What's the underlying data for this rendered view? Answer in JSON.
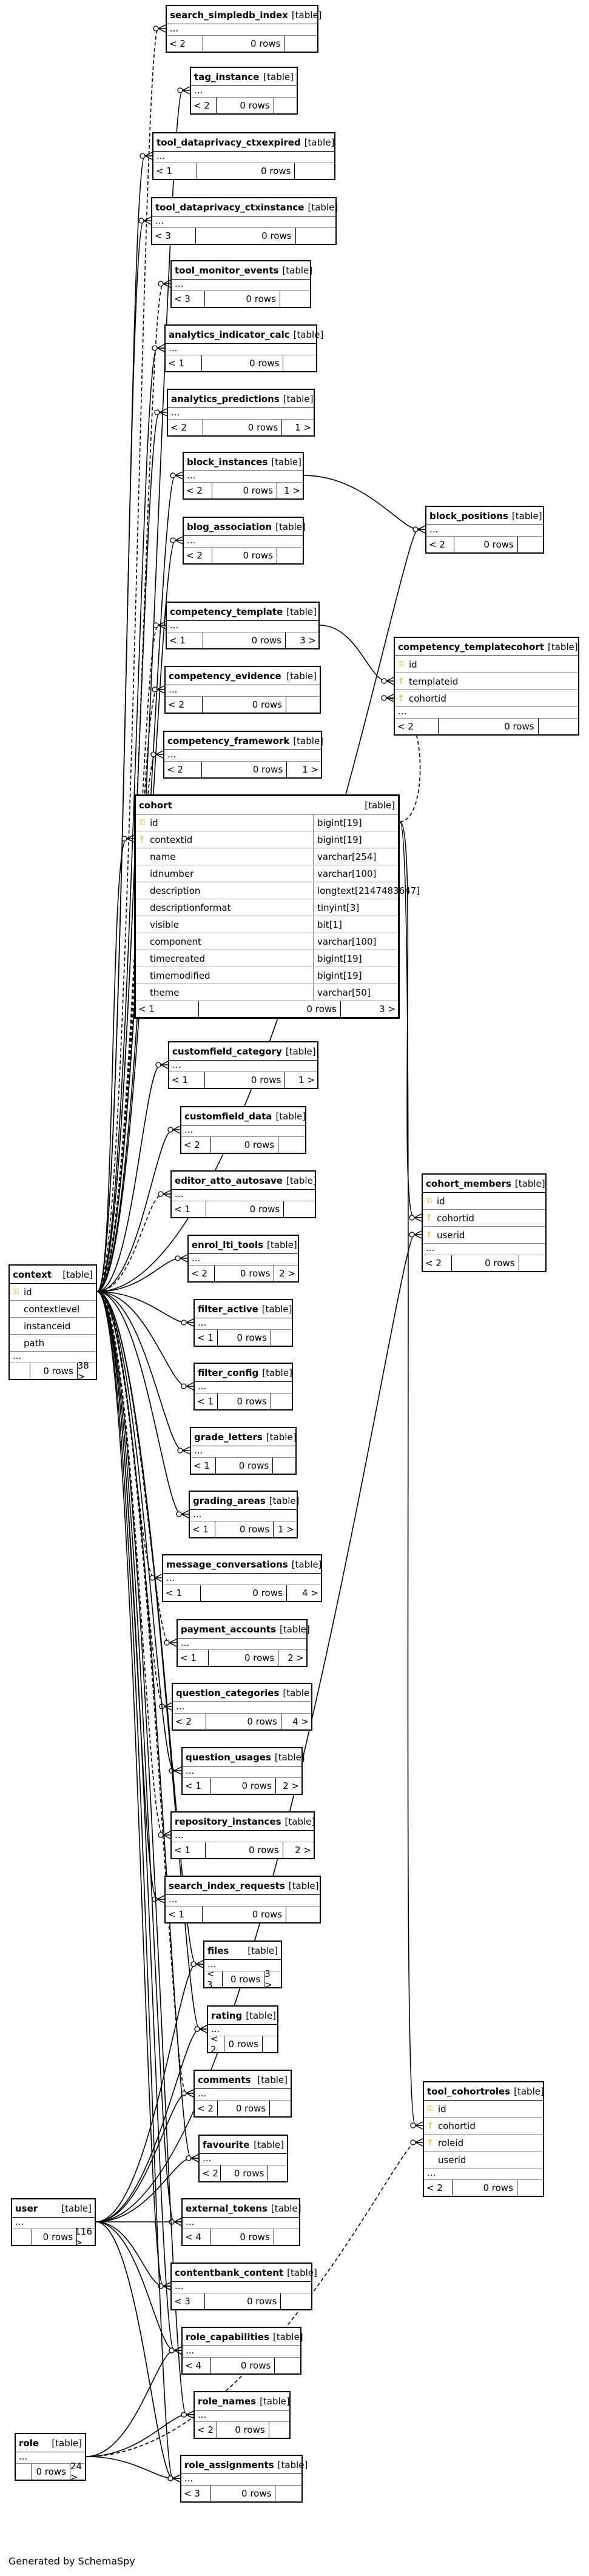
{
  "footer": "Generated by SchemaSpy",
  "tables": [
    {
      "id": "search_simpledb_index",
      "name": "search_simpledb_index",
      "tag": "[table]",
      "footer": [
        "< 2",
        "0 rows",
        ""
      ],
      "ellipsis": "..."
    },
    {
      "id": "tag_instance",
      "name": "tag_instance",
      "tag": "[table]",
      "footer": [
        "< 2",
        "0 rows",
        ""
      ],
      "ellipsis": "..."
    },
    {
      "id": "tool_dataprivacy_ctxexpired",
      "name": "tool_dataprivacy_ctxexpired",
      "tag": "[table]",
      "footer": [
        "< 1",
        "0 rows",
        ""
      ],
      "ellipsis": "..."
    },
    {
      "id": "tool_dataprivacy_ctxinstance",
      "name": "tool_dataprivacy_ctxinstance",
      "tag": "[table]",
      "footer": [
        "< 3",
        "0 rows",
        ""
      ],
      "ellipsis": "..."
    },
    {
      "id": "tool_monitor_events",
      "name": "tool_monitor_events",
      "tag": "[table]",
      "footer": [
        "< 3",
        "0 rows",
        ""
      ],
      "ellipsis": "..."
    },
    {
      "id": "analytics_indicator_calc",
      "name": "analytics_indicator_calc",
      "tag": "[table]",
      "footer": [
        "< 1",
        "0 rows",
        ""
      ],
      "ellipsis": "..."
    },
    {
      "id": "analytics_predictions",
      "name": "analytics_predictions",
      "tag": "[table]",
      "footer": [
        "< 2",
        "0 rows",
        "1 >"
      ],
      "ellipsis": "..."
    },
    {
      "id": "block_instances",
      "name": "block_instances",
      "tag": "[table]",
      "footer": [
        "< 2",
        "0 rows",
        "1 >"
      ],
      "ellipsis": "..."
    },
    {
      "id": "block_positions",
      "name": "block_positions",
      "tag": "[table]",
      "footer": [
        "< 2",
        "0 rows",
        ""
      ],
      "ellipsis": "..."
    },
    {
      "id": "blog_association",
      "name": "blog_association",
      "tag": "[table]",
      "footer": [
        "< 2",
        "0 rows",
        ""
      ],
      "ellipsis": "..."
    },
    {
      "id": "competency_template",
      "name": "competency_template",
      "tag": "[table]",
      "footer": [
        "< 1",
        "0 rows",
        "3 >"
      ],
      "ellipsis": "..."
    },
    {
      "id": "competency_templatecohort",
      "name": "competency_templatecohort",
      "tag": "[table]",
      "footer": [
        "< 2",
        "0 rows",
        ""
      ],
      "ellipsis": "...",
      "columns": [
        {
          "key": "pk",
          "name": "id"
        },
        {
          "key": "fk",
          "name": "templateid"
        },
        {
          "key": "fk",
          "name": "cohortid"
        }
      ]
    },
    {
      "id": "competency_evidence",
      "name": "competency_evidence",
      "tag": "[table]",
      "footer": [
        "< 2",
        "0 rows",
        ""
      ],
      "ellipsis": "..."
    },
    {
      "id": "competency_framework",
      "name": "competency_framework",
      "tag": "[table]",
      "footer": [
        "< 2",
        "0 rows",
        "1 >"
      ],
      "ellipsis": "..."
    },
    {
      "id": "cohort",
      "name": "cohort",
      "tag": "[table]",
      "footer": [
        "< 1",
        "0 rows",
        "3 >"
      ],
      "columns": [
        {
          "key": "pk",
          "name": "id",
          "type": "bigint[19]"
        },
        {
          "key": "fk",
          "name": "contextid",
          "type": "bigint[19]"
        },
        {
          "key": "",
          "name": "name",
          "type": "varchar[254]"
        },
        {
          "key": "",
          "name": "idnumber",
          "type": "varchar[100]"
        },
        {
          "key": "",
          "name": "description",
          "type": "longtext[2147483647]"
        },
        {
          "key": "",
          "name": "descriptionformat",
          "type": "tinyint[3]"
        },
        {
          "key": "",
          "name": "visible",
          "type": "bit[1]"
        },
        {
          "key": "",
          "name": "component",
          "type": "varchar[100]"
        },
        {
          "key": "",
          "name": "timecreated",
          "type": "bigint[19]"
        },
        {
          "key": "",
          "name": "timemodified",
          "type": "bigint[19]"
        },
        {
          "key": "",
          "name": "theme",
          "type": "varchar[50]"
        }
      ]
    },
    {
      "id": "customfield_category",
      "name": "customfield_category",
      "tag": "[table]",
      "footer": [
        "< 1",
        "0 rows",
        "1 >"
      ],
      "ellipsis": "..."
    },
    {
      "id": "customfield_data",
      "name": "customfield_data",
      "tag": "[table]",
      "footer": [
        "< 2",
        "0 rows",
        ""
      ],
      "ellipsis": "..."
    },
    {
      "id": "editor_atto_autosave",
      "name": "editor_atto_autosave",
      "tag": "[table]",
      "footer": [
        "< 1",
        "0 rows",
        ""
      ],
      "ellipsis": "..."
    },
    {
      "id": "cohort_members",
      "name": "cohort_members",
      "tag": "[table]",
      "footer": [
        "< 2",
        "0 rows",
        ""
      ],
      "ellipsis": "...",
      "columns": [
        {
          "key": "pk",
          "name": "id"
        },
        {
          "key": "fk",
          "name": "cohortid"
        },
        {
          "key": "fk",
          "name": "userid"
        }
      ]
    },
    {
      "id": "enrol_lti_tools",
      "name": "enrol_lti_tools",
      "tag": "[table]",
      "footer": [
        "< 2",
        "0 rows",
        "2 >"
      ],
      "ellipsis": "..."
    },
    {
      "id": "context",
      "name": "context",
      "tag": "[table]",
      "footer": [
        "",
        "0 rows",
        "38 >"
      ],
      "ellipsis": "...",
      "columns": [
        {
          "key": "pk",
          "name": "id"
        },
        {
          "key": "",
          "name": "contextlevel"
        },
        {
          "key": "",
          "name": "instanceid"
        },
        {
          "key": "",
          "name": "path"
        }
      ]
    },
    {
      "id": "filter_active",
      "name": "filter_active",
      "tag": "[table]",
      "footer": [
        "< 1",
        "0 rows",
        ""
      ],
      "ellipsis": "..."
    },
    {
      "id": "filter_config",
      "name": "filter_config",
      "tag": "[table]",
      "footer": [
        "< 1",
        "0 rows",
        ""
      ],
      "ellipsis": "..."
    },
    {
      "id": "grade_letters",
      "name": "grade_letters",
      "tag": "[table]",
      "footer": [
        "< 1",
        "0 rows",
        ""
      ],
      "ellipsis": "..."
    },
    {
      "id": "grading_areas",
      "name": "grading_areas",
      "tag": "[table]",
      "footer": [
        "< 1",
        "0 rows",
        "1 >"
      ],
      "ellipsis": "..."
    },
    {
      "id": "message_conversations",
      "name": "message_conversations",
      "tag": "[table]",
      "footer": [
        "< 1",
        "0 rows",
        "4 >"
      ],
      "ellipsis": "..."
    },
    {
      "id": "payment_accounts",
      "name": "payment_accounts",
      "tag": "[table]",
      "footer": [
        "< 1",
        "0 rows",
        "2 >"
      ],
      "ellipsis": "..."
    },
    {
      "id": "question_categories",
      "name": "question_categories",
      "tag": "[table]",
      "footer": [
        "< 2",
        "0 rows",
        "4 >"
      ],
      "ellipsis": "..."
    },
    {
      "id": "question_usages",
      "name": "question_usages",
      "tag": "[table]",
      "footer": [
        "< 1",
        "0 rows",
        "2 >"
      ],
      "ellipsis": "..."
    },
    {
      "id": "repository_instances",
      "name": "repository_instances",
      "tag": "[table]",
      "footer": [
        "< 1",
        "0 rows",
        "2 >"
      ],
      "ellipsis": "..."
    },
    {
      "id": "search_index_requests",
      "name": "search_index_requests",
      "tag": "[table]",
      "footer": [
        "< 1",
        "0 rows",
        ""
      ],
      "ellipsis": "..."
    },
    {
      "id": "files",
      "name": "files",
      "tag": "[table]",
      "footer": [
        "< 3",
        "0 rows",
        "3 >"
      ],
      "ellipsis": "..."
    },
    {
      "id": "rating",
      "name": "rating",
      "tag": "[table]",
      "footer": [
        "< 2",
        "0 rows",
        ""
      ],
      "ellipsis": "..."
    },
    {
      "id": "comments",
      "name": "comments",
      "tag": "[table]",
      "footer": [
        "< 2",
        "0 rows",
        ""
      ],
      "ellipsis": "..."
    },
    {
      "id": "tool_cohortroles",
      "name": "tool_cohortroles",
      "tag": "[table]",
      "footer": [
        "< 2",
        "0 rows",
        ""
      ],
      "ellipsis": "...",
      "columns": [
        {
          "key": "pk",
          "name": "id"
        },
        {
          "key": "fk",
          "name": "cohortid"
        },
        {
          "key": "fk",
          "name": "roleid"
        },
        {
          "key": "",
          "name": "userid"
        }
      ]
    },
    {
      "id": "favourite",
      "name": "favourite",
      "tag": "[table]",
      "footer": [
        "< 2",
        "0 rows",
        ""
      ],
      "ellipsis": "..."
    },
    {
      "id": "user",
      "name": "user",
      "tag": "[table]",
      "footer": [
        "",
        "0 rows",
        "116 >"
      ],
      "ellipsis": "..."
    },
    {
      "id": "external_tokens",
      "name": "external_tokens",
      "tag": "[table]",
      "footer": [
        "< 4",
        "0 rows",
        ""
      ],
      "ellipsis": "..."
    },
    {
      "id": "contentbank_content",
      "name": "contentbank_content",
      "tag": "[table]",
      "footer": [
        "< 3",
        "0 rows",
        ""
      ],
      "ellipsis": "..."
    },
    {
      "id": "role_capabilities",
      "name": "role_capabilities",
      "tag": "[table]",
      "footer": [
        "< 4",
        "0 rows",
        ""
      ],
      "ellipsis": "..."
    },
    {
      "id": "role_names",
      "name": "role_names",
      "tag": "[table]",
      "footer": [
        "< 2",
        "0 rows",
        ""
      ],
      "ellipsis": "..."
    },
    {
      "id": "role",
      "name": "role",
      "tag": "[table]",
      "footer": [
        "",
        "0 rows",
        "24 >"
      ],
      "ellipsis": "..."
    },
    {
      "id": "role_assignments",
      "name": "role_assignments",
      "tag": "[table]",
      "footer": [
        "< 3",
        "0 rows",
        ""
      ],
      "ellipsis": "..."
    }
  ],
  "relationships": [
    {
      "from": "context",
      "to": "search_simpledb_index",
      "optional": true
    },
    {
      "from": "context",
      "to": "tag_instance",
      "optional": false
    },
    {
      "from": "context",
      "to": "tool_dataprivacy_ctxexpired",
      "optional": false
    },
    {
      "from": "context",
      "to": "tool_dataprivacy_ctxinstance",
      "optional": false
    },
    {
      "from": "context",
      "to": "tool_monitor_events",
      "optional": true
    },
    {
      "from": "context",
      "to": "analytics_indicator_calc",
      "optional": false
    },
    {
      "from": "context",
      "to": "analytics_predictions",
      "optional": false
    },
    {
      "from": "context",
      "to": "block_instances",
      "optional": false
    },
    {
      "from": "context",
      "to": "block_positions",
      "optional": false
    },
    {
      "from": "block_instances",
      "to": "block_positions",
      "optional": false
    },
    {
      "from": "context",
      "to": "blog_association",
      "optional": false
    },
    {
      "from": "context",
      "to": "competency_template",
      "optional": true
    },
    {
      "from": "competency_template",
      "to": "competency_templatecohort",
      "optional": false
    },
    {
      "from": "cohort",
      "to": "competency_templatecohort",
      "optional": true
    },
    {
      "from": "context",
      "to": "competency_evidence",
      "optional": true
    },
    {
      "from": "context",
      "to": "competency_framework",
      "optional": true
    },
    {
      "from": "context",
      "to": "cohort",
      "optional": false
    },
    {
      "from": "context",
      "to": "customfield_category",
      "optional": false
    },
    {
      "from": "context",
      "to": "customfield_data",
      "optional": false
    },
    {
      "from": "context",
      "to": "editor_atto_autosave",
      "optional": true
    },
    {
      "from": "cohort",
      "to": "cohort_members",
      "optional": false
    },
    {
      "from": "user",
      "to": "cohort_members",
      "optional": false
    },
    {
      "from": "context",
      "to": "enrol_lti_tools",
      "optional": false
    },
    {
      "from": "context",
      "to": "filter_active",
      "optional": false
    },
    {
      "from": "context",
      "to": "filter_config",
      "optional": false
    },
    {
      "from": "context",
      "to": "grade_letters",
      "optional": false
    },
    {
      "from": "context",
      "to": "grading_areas",
      "optional": false
    },
    {
      "from": "context",
      "to": "message_conversations",
      "optional": true
    },
    {
      "from": "context",
      "to": "payment_accounts",
      "optional": true
    },
    {
      "from": "context",
      "to": "question_categories",
      "optional": true
    },
    {
      "from": "context",
      "to": "question_usages",
      "optional": false
    },
    {
      "from": "context",
      "to": "repository_instances",
      "optional": true
    },
    {
      "from": "context",
      "to": "search_index_requests",
      "optional": false
    },
    {
      "from": "context",
      "to": "files",
      "optional": false
    },
    {
      "from": "user",
      "to": "files",
      "optional": false
    },
    {
      "from": "context",
      "to": "rating",
      "optional": false
    },
    {
      "from": "user",
      "to": "rating",
      "optional": false
    },
    {
      "from": "context",
      "to": "comments",
      "optional": true
    },
    {
      "from": "user",
      "to": "comments",
      "optional": false
    },
    {
      "from": "cohort",
      "to": "tool_cohortroles",
      "optional": false
    },
    {
      "from": "role",
      "to": "tool_cohortroles",
      "optional": true
    },
    {
      "from": "context",
      "to": "favourite",
      "optional": false
    },
    {
      "from": "user",
      "to": "favourite",
      "optional": false
    },
    {
      "from": "context",
      "to": "external_tokens",
      "optional": false
    },
    {
      "from": "user",
      "to": "external_tokens",
      "optional": false
    },
    {
      "from": "context",
      "to": "contentbank_content",
      "optional": false
    },
    {
      "from": "user",
      "to": "contentbank_content",
      "optional": false
    },
    {
      "from": "context",
      "to": "role_capabilities",
      "optional": false
    },
    {
      "from": "user",
      "to": "role_capabilities",
      "optional": false
    },
    {
      "from": "role",
      "to": "role_capabilities",
      "optional": false
    },
    {
      "from": "context",
      "to": "role_names",
      "optional": false
    },
    {
      "from": "role",
      "to": "role_names",
      "optional": false
    },
    {
      "from": "context",
      "to": "role_assignments",
      "optional": false
    },
    {
      "from": "user",
      "to": "role_assignments",
      "optional": false
    },
    {
      "from": "role",
      "to": "role_assignments",
      "optional": false
    }
  ]
}
